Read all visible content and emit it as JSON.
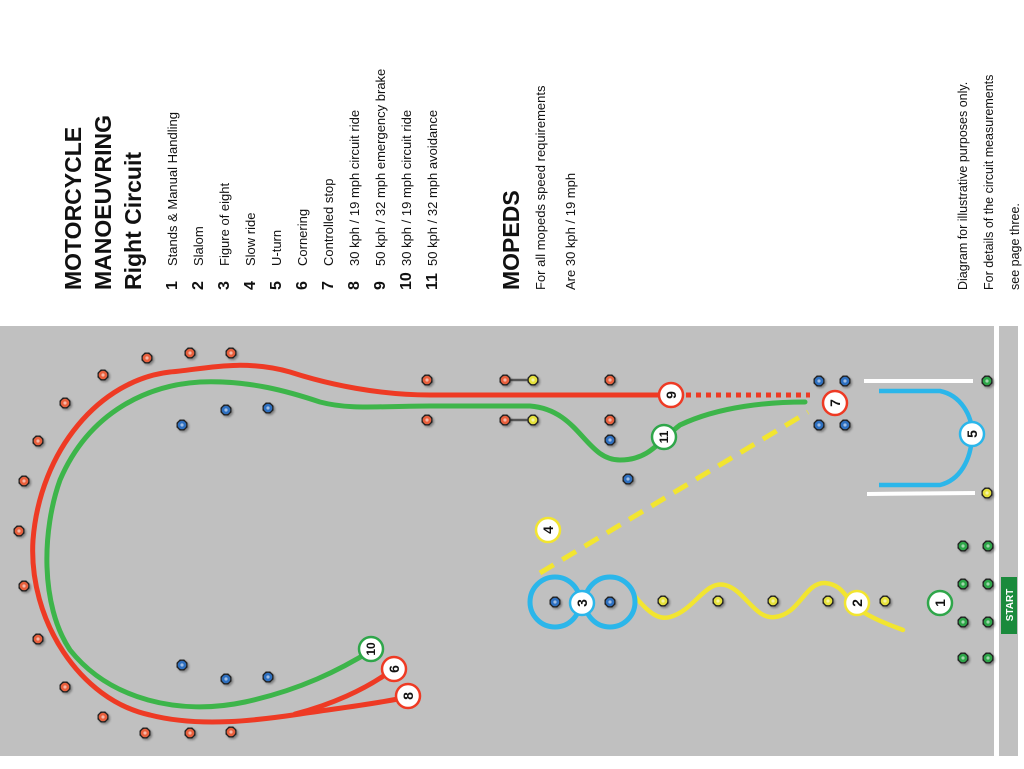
{
  "header": {
    "title_lines": [
      "MOTORCYCLE",
      "MANOEUVRING",
      "Right Circuit"
    ]
  },
  "legend": [
    {
      "num": "1",
      "label": "Stands & Manual Handling"
    },
    {
      "num": "2",
      "label": "Slalom"
    },
    {
      "num": "3",
      "label": "Figure of eight"
    },
    {
      "num": "4",
      "label": "Slow ride"
    },
    {
      "num": "5",
      "label": "U-turn"
    },
    {
      "num": "6",
      "label": "Cornering"
    },
    {
      "num": "7",
      "label": "Controlled stop"
    },
    {
      "num": "8",
      "label": "30 kph / 19 mph circuit ride"
    },
    {
      "num": "9",
      "label": "50 kph / 32 mph emergency brake"
    },
    {
      "num": "10",
      "label": "30 kph / 19 mph circuit ride"
    },
    {
      "num": "11",
      "label": "50 kph / 32 mph avoidance"
    }
  ],
  "mopeds": {
    "title": "MOPEDS",
    "line1": "For all mopeds speed requirements",
    "line2": "Are 30 kph / 19 mph"
  },
  "notes": [
    "Diagram for illustrative purposes only.",
    "For details of the circuit measurements",
    "see page three."
  ],
  "start_label": "START",
  "markers": {
    "m1": "1",
    "m2": "2",
    "m3": "3",
    "m4": "4",
    "m5": "5",
    "m6": "6",
    "m7": "7",
    "m8": "8",
    "m9": "9",
    "m10": "10",
    "m11": "11"
  },
  "colors": {
    "pad": "#c0c0c0",
    "red": "#ee3a24",
    "green": "#3db54a",
    "yellow": "#f2e530",
    "blue": "#2bb6ea",
    "cone_red": "#e8603e",
    "cone_blue": "#2f6fc0",
    "cone_yellow": "#e6e23c",
    "cone_green": "#2fa64a",
    "start_bg": "#1a8a3c"
  }
}
